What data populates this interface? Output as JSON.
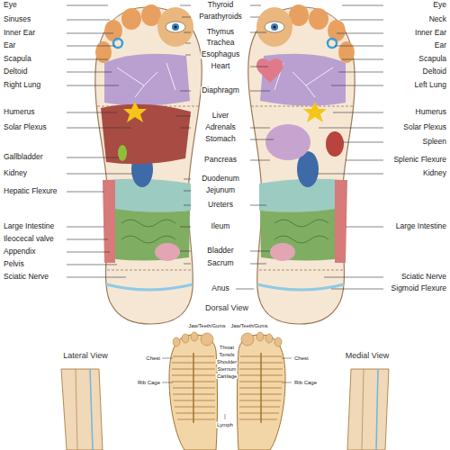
{
  "diagram": {
    "labels": [
      "Eye",
      "Sinuses",
      "Inner Ear",
      "Ear",
      "Scapula",
      "Deltoid",
      "Right Lung",
      "Humerus",
      "Solar Plexus",
      "Gallbladder",
      "Kidney",
      "Hepatic Flexure",
      "Large Intestine",
      "Ileocecal valve",
      "Appendix",
      "Pelvis",
      "Sciatic Nerve",
      "Thyroid",
      "Parathyroids",
      "Thymus",
      "Trachea",
      "Esophagus",
      "Heart",
      "Diaphragm",
      "Liver",
      "Adrenals",
      "Stomach",
      "Pancreas",
      "Duodenum",
      "Jejunum",
      "Ureters",
      "Ileum",
      "Bladder",
      "Sacrum",
      "Anus",
      "Eye",
      "Neck",
      "Inner Ear",
      "Ear",
      "Scapula",
      "Deltoid",
      "Left Lung",
      "Humerus",
      "Solar Plexus",
      "Spleen",
      "Splenic Flexure",
      "Kidney",
      "Large Intestine",
      "Sciatic Nerve",
      "Sigmoid Flexure",
      "Dorsal View",
      "Lateral View",
      "Medial View",
      "Jaw/Teeth/Gums",
      "Jaw/Teeth/Gums",
      "Chest",
      "Rib Cage",
      "Throat",
      "Tonsils",
      "Shoulder",
      "Sternum",
      "Cartilage",
      "Chest",
      "Rib Cage",
      "Lymph"
    ]
  }
}
